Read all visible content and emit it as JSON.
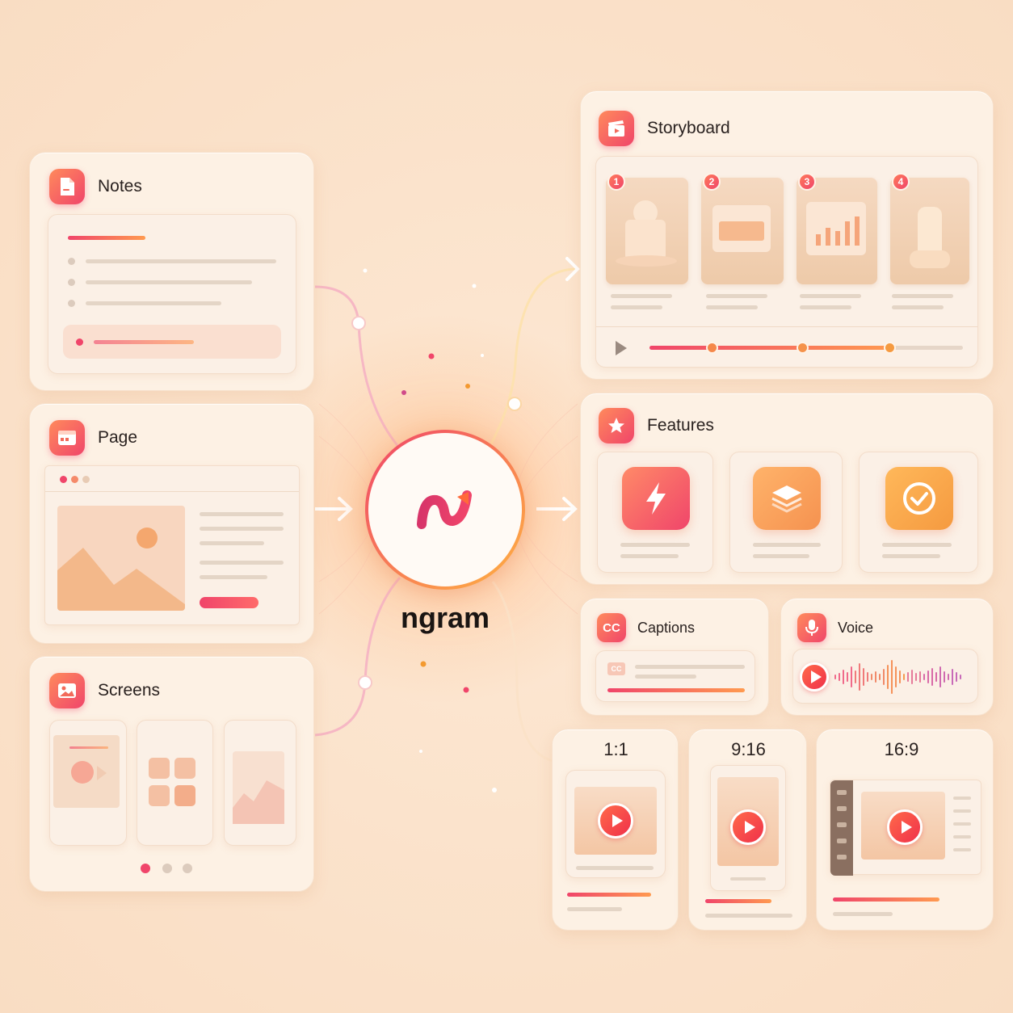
{
  "brand": {
    "name": "ngram"
  },
  "inputs": {
    "notes": {
      "title": "Notes",
      "icon": "document-icon"
    },
    "page": {
      "title": "Page",
      "icon": "browser-window-icon"
    },
    "screens": {
      "title": "Screens",
      "icon": "image-icon",
      "active_dot": 1,
      "dot_count": 3
    }
  },
  "outputs": {
    "storyboard": {
      "title": "Storyboard",
      "icon": "clapperboard-icon",
      "frames": [
        "1",
        "2",
        "3",
        "4"
      ],
      "progress_markers": 3
    },
    "features": {
      "title": "Features",
      "icon": "star-icon",
      "tiles": [
        "lightning-icon",
        "layers-icon",
        "check-circle-icon"
      ]
    },
    "captions": {
      "title": "Captions",
      "icon_text": "CC",
      "chip_text": "CC"
    },
    "voice": {
      "title": "Voice",
      "icon": "microphone-icon"
    },
    "formats": [
      {
        "label": "1:1"
      },
      {
        "label": "9:16"
      },
      {
        "label": "16:9"
      }
    ]
  },
  "colors": {
    "accent_start": "#f0456a",
    "accent_end": "#ff9a50",
    "background": "#fbe3cc"
  }
}
